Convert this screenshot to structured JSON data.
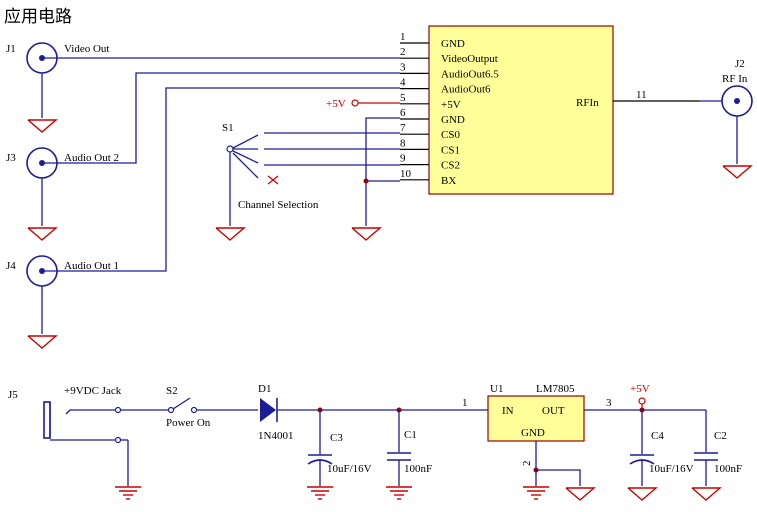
{
  "title": "应用电路",
  "colors": {
    "wire": "#1c1c99",
    "ground": "#cc0000",
    "ic_fill": "#ffff99",
    "ic_border": "#990000",
    "junction": "#990000"
  },
  "module": {
    "pins": [
      {
        "num": "1",
        "name": "GND"
      },
      {
        "num": "2",
        "name": "VideoOutput"
      },
      {
        "num": "3",
        "name": "AudioOut6.5"
      },
      {
        "num": "4",
        "name": "AudioOut6"
      },
      {
        "num": "5",
        "name": "+5V"
      },
      {
        "num": "6",
        "name": "GND"
      },
      {
        "num": "7",
        "name": "CS0"
      },
      {
        "num": "8",
        "name": "CS1"
      },
      {
        "num": "9",
        "name": "CS2"
      },
      {
        "num": "10",
        "name": "BX"
      }
    ],
    "rf_pin_num": "11",
    "rf_pin_name": "RFIn"
  },
  "connectors": {
    "j1": {
      "ref": "J1",
      "label": "Video Out"
    },
    "j2": {
      "ref": "J2",
      "label": "RF In"
    },
    "j3": {
      "ref": "J3",
      "label": "Audio Out 2"
    },
    "j4": {
      "ref": "J4",
      "label": "Audio Out 1"
    },
    "j5": {
      "ref": "J5",
      "label": "+9VDC Jack"
    }
  },
  "switch_s1": {
    "ref": "S1",
    "label": "Channel Selection"
  },
  "supply_top": "+5V",
  "power": {
    "s2": {
      "ref": "S2",
      "label": "Power On"
    },
    "d1": {
      "ref": "D1",
      "value": "1N4001"
    },
    "c3": {
      "ref": "C3",
      "value": "10uF/16V"
    },
    "c1": {
      "ref": "C1",
      "value": "100nF"
    },
    "u1": {
      "ref": "U1",
      "part": "LM7805",
      "in": "IN",
      "out": "OUT",
      "gnd": "GND",
      "pin_in": "1",
      "pin_gnd": "2",
      "pin_out": "3"
    },
    "supply": "+5V",
    "c4": {
      "ref": "C4",
      "value": "10uF/16V"
    },
    "c2": {
      "ref": "C2",
      "value": "100nF"
    }
  }
}
